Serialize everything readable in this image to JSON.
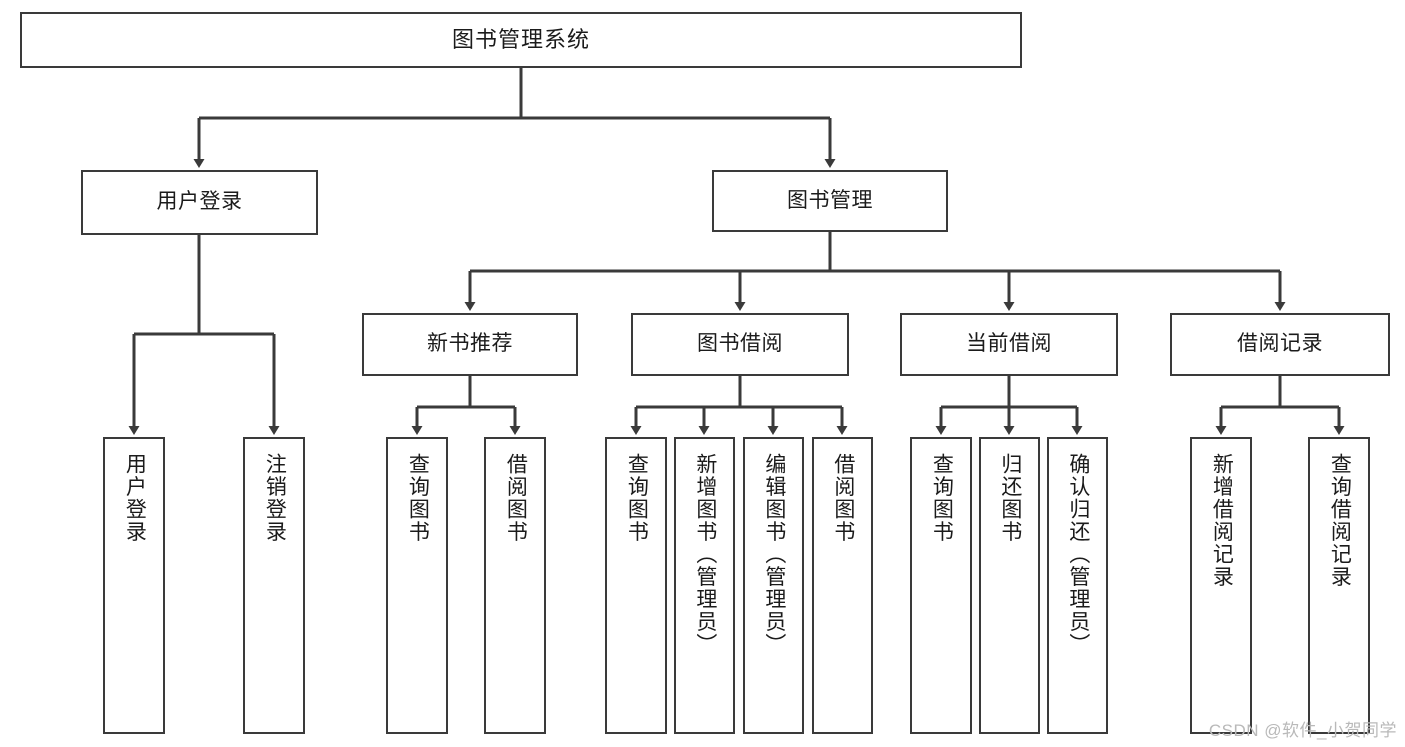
{
  "diagram": {
    "type": "tree-hierarchy-chart",
    "title": "图书管理系统",
    "watermark": "CSDN @软件_小贺同学",
    "colors": {
      "box_border": "#3a3a3a",
      "box_fill": "#ffffff",
      "connector": "#3a3a3a",
      "text": "#1b1b1b",
      "watermark": "#b9b9b9",
      "background": "#ffffff"
    },
    "root": {
      "label": "图书管理系统"
    },
    "level1": [
      {
        "id": "user-login",
        "label": "用户登录"
      },
      {
        "id": "book-management",
        "label": "图书管理"
      }
    ],
    "level2": [
      {
        "id": "new-book-recommend",
        "label": "新书推荐",
        "parent": "book-management"
      },
      {
        "id": "book-borrow",
        "label": "图书借阅",
        "parent": "book-management"
      },
      {
        "id": "current-borrow",
        "label": "当前借阅",
        "parent": "book-management"
      },
      {
        "id": "borrow-record",
        "label": "借阅记录",
        "parent": "book-management"
      }
    ],
    "leaves": {
      "user-login": [
        {
          "id": "leaf-user-login",
          "label": "用户登录"
        },
        {
          "id": "leaf-user-logout",
          "label": "注销登录"
        }
      ],
      "new-book-recommend": [
        {
          "id": "leaf-query-book-1",
          "label": "查询图书"
        },
        {
          "id": "leaf-borrow-book-1",
          "label": "借阅图书"
        }
      ],
      "book-borrow": [
        {
          "id": "leaf-query-book-2",
          "label": "查询图书"
        },
        {
          "id": "leaf-add-book",
          "label": "新增图书（管理员）"
        },
        {
          "id": "leaf-edit-book",
          "label": "编辑图书（管理员）"
        },
        {
          "id": "leaf-borrow-book-2",
          "label": "借阅图书"
        }
      ],
      "current-borrow": [
        {
          "id": "leaf-query-book-3",
          "label": "查询图书"
        },
        {
          "id": "leaf-return-book",
          "label": "归还图书"
        },
        {
          "id": "leaf-confirm-return",
          "label": "确认归还（管理员）"
        }
      ],
      "borrow-record": [
        {
          "id": "leaf-add-record",
          "label": "新增借阅记录"
        },
        {
          "id": "leaf-query-record",
          "label": "查询借阅记录"
        }
      ]
    }
  }
}
